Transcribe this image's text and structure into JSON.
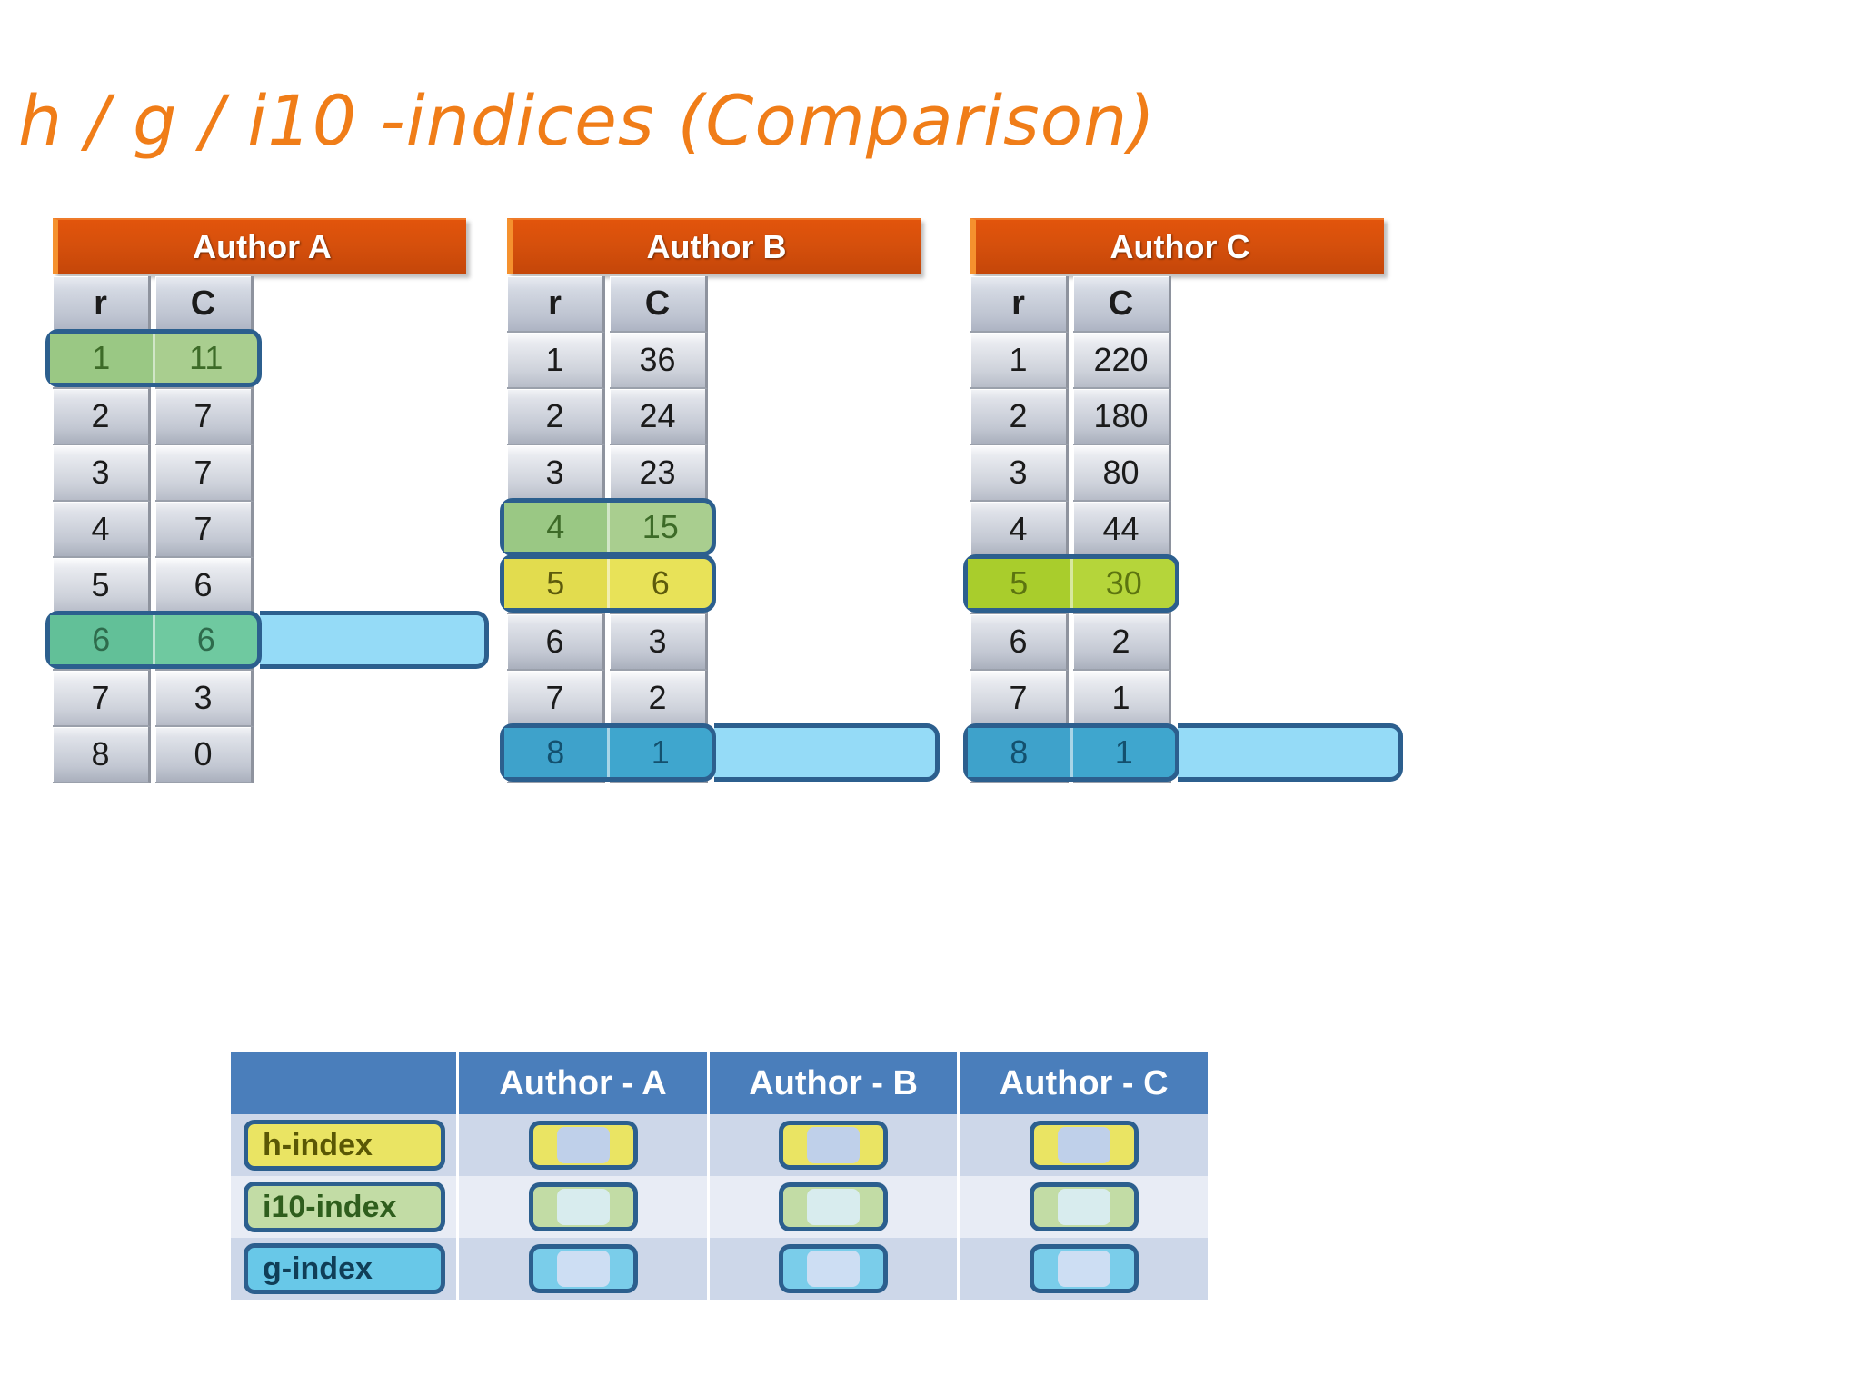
{
  "title": "h / g  / i10 -indices (Comparison)",
  "colors": {
    "title_orange": "#F07D18",
    "banner_orange": "#D6500C",
    "header_blue": "#4A7EBB",
    "outline_blue": "#2C5F8E",
    "hl_green": "#A9CE8F",
    "hl_teal": "#6FC9A0",
    "hl_yellow": "#E8E258",
    "hl_olive": "#B5D53A",
    "hl_blue": "#3FA6CE",
    "ext_bar_blue": "#95DBF7"
  },
  "chart_data": {
    "type": "table",
    "title": "h / g  / i10 -indices (Comparison)",
    "columns": [
      "r",
      "C"
    ],
    "tables": [
      {
        "name": "Author A",
        "rows": [
          {
            "r": "1",
            "c": "11",
            "highlight": "green"
          },
          {
            "r": "2",
            "c": "7",
            "highlight": null
          },
          {
            "r": "3",
            "c": "7",
            "highlight": null
          },
          {
            "r": "4",
            "c": "7",
            "highlight": null
          },
          {
            "r": "5",
            "c": "6",
            "highlight": null
          },
          {
            "r": "6",
            "c": "6",
            "highlight": "teal"
          },
          {
            "r": "7",
            "c": "3",
            "highlight": null
          },
          {
            "r": "8",
            "c": "0",
            "highlight": null
          }
        ]
      },
      {
        "name": "Author B",
        "rows": [
          {
            "r": "1",
            "c": "36",
            "highlight": null
          },
          {
            "r": "2",
            "c": "24",
            "highlight": null
          },
          {
            "r": "3",
            "c": "23",
            "highlight": null
          },
          {
            "r": "4",
            "c": "15",
            "highlight": "green"
          },
          {
            "r": "5",
            "c": "6",
            "highlight": "yellow"
          },
          {
            "r": "6",
            "c": "3",
            "highlight": null
          },
          {
            "r": "7",
            "c": "2",
            "highlight": null
          },
          {
            "r": "8",
            "c": "1",
            "highlight": "blue"
          }
        ]
      },
      {
        "name": "Author C",
        "rows": [
          {
            "r": "1",
            "c": "220",
            "highlight": null
          },
          {
            "r": "2",
            "c": "180",
            "highlight": null
          },
          {
            "r": "3",
            "c": "80",
            "highlight": null
          },
          {
            "r": "4",
            "c": "44",
            "highlight": null
          },
          {
            "r": "5",
            "c": "30",
            "highlight": "olive"
          },
          {
            "r": "6",
            "c": "2",
            "highlight": null
          },
          {
            "r": "7",
            "c": "1",
            "highlight": null
          },
          {
            "r": "8",
            "c": "1",
            "highlight": "blue"
          }
        ]
      }
    ]
  },
  "tables": {
    "a": {
      "banner": "Author A",
      "head_r": "r",
      "head_c": "C",
      "r1": "1",
      "c1": "11",
      "r2": "2",
      "c2": "7",
      "r3": "3",
      "c3": "7",
      "r4": "4",
      "c4": "7",
      "r5": "5",
      "c5": "6",
      "r6": "6",
      "c6": "6",
      "r7": "7",
      "c7": "3",
      "r8": "8",
      "c8": "0"
    },
    "b": {
      "banner": "Author B",
      "head_r": "r",
      "head_c": "C",
      "r1": "1",
      "c1": "36",
      "r2": "2",
      "c2": "24",
      "r3": "3",
      "c3": "23",
      "r4": "4",
      "c4": "15",
      "r5": "5",
      "c5": "6",
      "r6": "6",
      "c6": "3",
      "r7": "7",
      "c7": "2",
      "r8": "8",
      "c8": "1"
    },
    "c": {
      "banner": "Author C",
      "head_r": "r",
      "head_c": "C",
      "r1": "1",
      "c1": "220",
      "r2": "2",
      "c2": "180",
      "r3": "3",
      "c3": "80",
      "r4": "4",
      "c4": "44",
      "r5": "5",
      "c5": "30",
      "r6": "6",
      "c6": "2",
      "r7": "7",
      "c7": "1",
      "r8": "8",
      "c8": "1"
    }
  },
  "compare": {
    "header": {
      "corner": "",
      "col_a": "Author - A",
      "col_b": "Author - B",
      "col_c": "Author - C"
    },
    "rows": [
      {
        "label": "h-index",
        "style": "yellow",
        "a": "",
        "b": "",
        "c": ""
      },
      {
        "label": "i10-index",
        "style": "green",
        "a": "",
        "b": "",
        "c": ""
      },
      {
        "label": "g-index",
        "style": "blue",
        "a": "",
        "b": "",
        "c": ""
      }
    ],
    "row_labels": {
      "h": "h-index",
      "i10": "i10-index",
      "g": "g-index"
    }
  }
}
